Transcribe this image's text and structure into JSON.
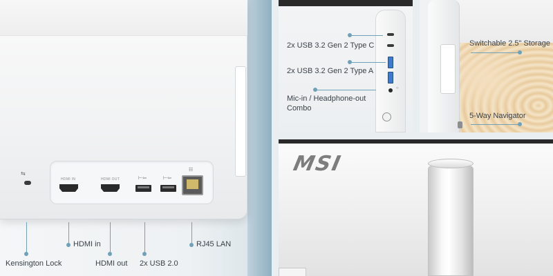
{
  "rear_panel": {
    "port_labels": {
      "hdmi_in": "HDMI IN",
      "hdmi_out": "HDMI OUT"
    },
    "callouts": {
      "kensington": "Kensington Lock",
      "hdmi_in": "HDMI in",
      "hdmi_out": "HDMI out",
      "usb2": "2x USB 2.0",
      "rj45": "RJ45 LAN"
    }
  },
  "side_panel": {
    "callouts": {
      "usb_c": "2x USB 3.2 Gen 2 Type C",
      "usb_a": "2x USB 3.2 Gen 2 Type A",
      "audio_line1": "Mic-in / Headphone-out",
      "audio_line2": "Combo"
    }
  },
  "storage_panel": {
    "callouts": {
      "storage": "Switchable 2.5\" Storage",
      "navigator": "5-Way Navigator"
    }
  },
  "logo_panel": {
    "logo_text": "MSI"
  },
  "colors": {
    "accent_line": "#6fa1b8",
    "usb3_blue": "#3b7bd0",
    "text": "#3a4148"
  },
  "icons": [
    "kensington-lock-icon",
    "usb-icon",
    "network-icon",
    "headphone-icon"
  ]
}
